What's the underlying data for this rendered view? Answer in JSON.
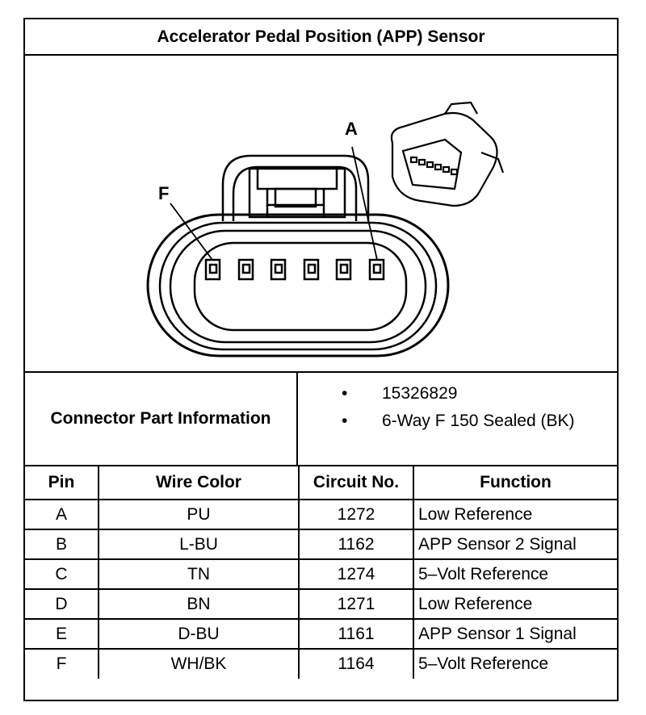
{
  "title": "Accelerator Pedal Position (APP) Sensor",
  "diagram": {
    "label_a": "A",
    "label_f": "F",
    "icon": "connector-face-diagram"
  },
  "connector_info": {
    "label": "Connector Part Information",
    "items": [
      "15326829",
      "6-Way F 150 Sealed (BK)"
    ],
    "bullet": "•"
  },
  "table": {
    "headers": [
      "Pin",
      "Wire Color",
      "Circuit No.",
      "Function"
    ],
    "rows": [
      [
        "A",
        "PU",
        "1272",
        "Low Reference"
      ],
      [
        "B",
        "L-BU",
        "1162",
        "APP Sensor 2 Signal"
      ],
      [
        "C",
        "TN",
        "1274",
        "5–Volt Reference"
      ],
      [
        "D",
        "BN",
        "1271",
        "Low Reference"
      ],
      [
        "E",
        "D-BU",
        "1161",
        "APP Sensor 1 Signal"
      ],
      [
        "F",
        "WH/BK",
        "1164",
        "5–Volt Reference"
      ]
    ]
  }
}
